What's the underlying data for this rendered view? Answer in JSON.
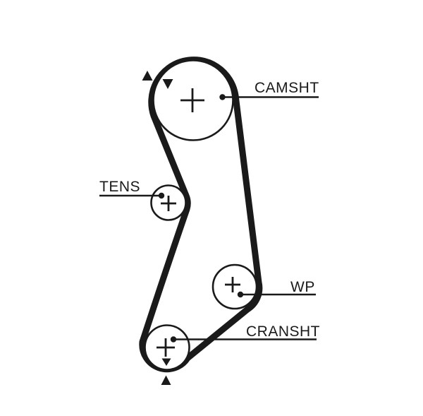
{
  "diagram": {
    "kind": "timing-belt-routing-diagram",
    "background_color": "#ffffff",
    "ink_color": "#1a1a1a",
    "pulleys": [
      {
        "id": "camshaft",
        "label": "CAMSHT"
      },
      {
        "id": "tensioner",
        "label": "TENS"
      },
      {
        "id": "water-pump",
        "label": "WP"
      },
      {
        "id": "crankshaft",
        "label": "CRANSHT"
      }
    ],
    "timing_marks": [
      {
        "at": "camshaft",
        "icons": [
          "arrow-up-icon",
          "arrow-down-icon"
        ]
      },
      {
        "at": "crankshaft",
        "icons": [
          "arrow-down-icon",
          "arrow-up-icon"
        ]
      }
    ]
  }
}
